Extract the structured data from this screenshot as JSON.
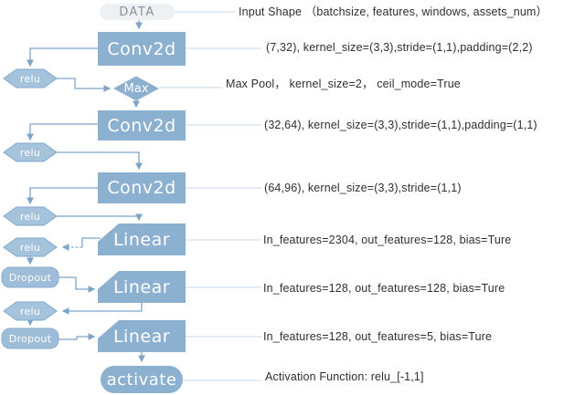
{
  "diagram": {
    "nodes": {
      "data": {
        "label": "DATA"
      },
      "conv1": {
        "label": "Conv2d"
      },
      "relu1": {
        "label": "relu"
      },
      "max": {
        "label": "Max"
      },
      "conv2": {
        "label": "Conv2d"
      },
      "relu2": {
        "label": "relu"
      },
      "conv3": {
        "label": "Conv2d"
      },
      "relu3": {
        "label": "relu"
      },
      "linear1": {
        "label": "Linear"
      },
      "relu4": {
        "label": "relu"
      },
      "dropout1": {
        "label": "Dropout"
      },
      "linear2": {
        "label": "Linear"
      },
      "relu5": {
        "label": "relu"
      },
      "dropout2": {
        "label": "Dropout"
      },
      "linear3": {
        "label": "Linear"
      },
      "activate": {
        "label": "activate"
      }
    },
    "annotations": [
      "Input Shape （batchsize, features, windows, assets_num）",
      "(7,32), kernel_size=(3,3),stride=(1,1),padding=(2,2)",
      "Max Pool，  kernel_size=2，  ceil_mode=True",
      "(32,64), kernel_size=(3,3),stride=(1,1),padding=(1,1)",
      "(64,96), kernel_size=(3,3),stride=(1,1)",
      "In_features=2304, out_features=128, bias=Ture",
      "In_features=128, out_features=128, bias=Ture",
      "In_features=128, out_features=5, bias=Ture",
      "Activation Function: relu_[-1,1]"
    ],
    "colors": {
      "block_fill": "#8cb0d0",
      "relu_fill": "#a6c3dc",
      "relu_stroke": "#7fa9cf",
      "dropout_fill": "#9dbdd9",
      "dropout_stroke": "#86add2",
      "data_fill": "#eef1f4",
      "data_text": "#8c9298",
      "flow_line": "#7da5c9",
      "label_line": "#c7daeb",
      "annotation_text": "#2f2f2f",
      "node_text": "#ffffff"
    }
  }
}
